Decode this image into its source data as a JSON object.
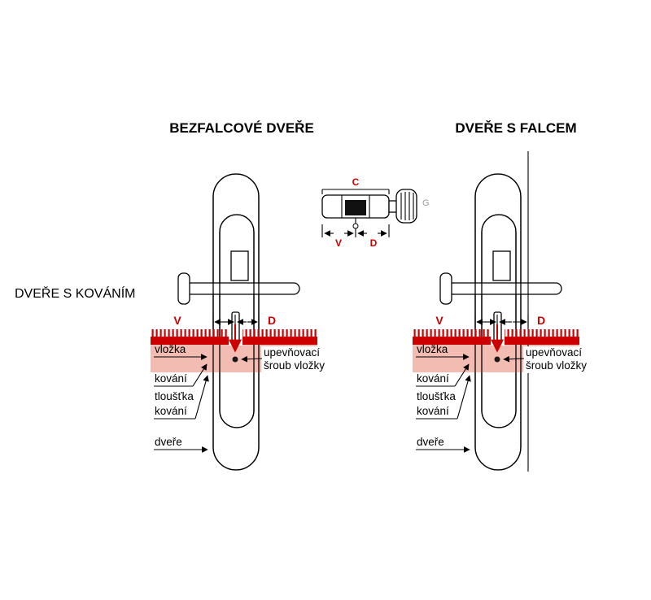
{
  "titles": {
    "left_column": "BEZFALCOVÉ DVEŘE",
    "right_column": "DVEŘE S FALCEM",
    "side_note": "DVEŘE S KOVÁNÍM"
  },
  "cylinder_inset": {
    "dim_c": "C",
    "dim_v": "V",
    "dim_d": "D",
    "knob_label": "G"
  },
  "diagram": {
    "dim_v": "V",
    "dim_d": "D",
    "label_vlozka": "vložka",
    "label_kovani": "kování",
    "label_tloustka_line1": "tloušťka",
    "label_tloustka_line2": "kování",
    "label_dvere": "dveře",
    "label_sroub_line1": "upevňovací",
    "label_sroub_line2": "šroub vložky"
  },
  "colors": {
    "accent_red": "#cc0000",
    "fitting_pink": "#f2bcb2",
    "line_black": "#000000",
    "knob_gray": "#9a9a9a",
    "background": "#ffffff"
  }
}
